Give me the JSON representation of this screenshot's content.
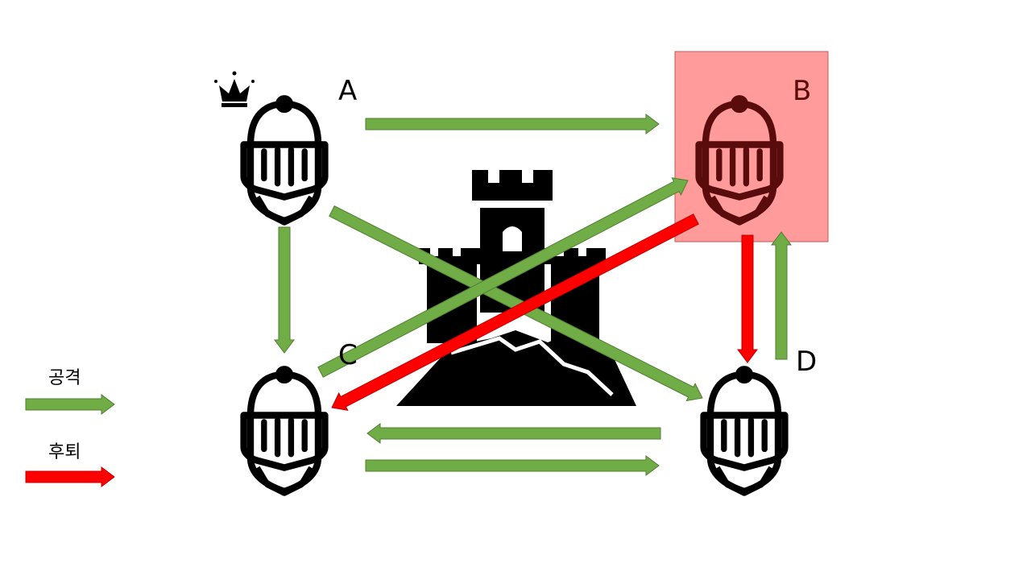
{
  "colors": {
    "attack": "#70ad47",
    "attack_stroke": "#507e32",
    "retreat": "#ff0000",
    "retreat_stroke": "#c00000",
    "highlight": "#ff9b9b",
    "highlight_stroke": "#c55a5a",
    "icon": "#000000",
    "icon_on_highlight": "#5a0b0b"
  },
  "nodes": {
    "a": {
      "label": "A",
      "icon": "knight-helmet-icon",
      "crown": "crown-icon"
    },
    "b": {
      "label": "B",
      "icon": "knight-helmet-icon",
      "highlighted": true
    },
    "c": {
      "label": "C",
      "icon": "knight-helmet-icon"
    },
    "d": {
      "label": "D",
      "icon": "knight-helmet-icon"
    }
  },
  "center_icon": "castle-icon",
  "legend": [
    {
      "label": "공격",
      "type": "attack"
    },
    {
      "label": "후퇴",
      "type": "retreat"
    }
  ],
  "edges": [
    {
      "from": "A",
      "to": "B",
      "type": "attack"
    },
    {
      "from": "A",
      "to": "C",
      "type": "attack"
    },
    {
      "from": "A",
      "to": "D",
      "type": "attack"
    },
    {
      "from": "C",
      "to": "B",
      "type": "attack"
    },
    {
      "from": "B",
      "to": "C",
      "type": "retreat"
    },
    {
      "from": "B",
      "to": "D",
      "type": "retreat"
    },
    {
      "from": "D",
      "to": "B",
      "type": "attack"
    },
    {
      "from": "D",
      "to": "C",
      "type": "attack"
    },
    {
      "from": "C",
      "to": "D",
      "type": "attack"
    }
  ]
}
